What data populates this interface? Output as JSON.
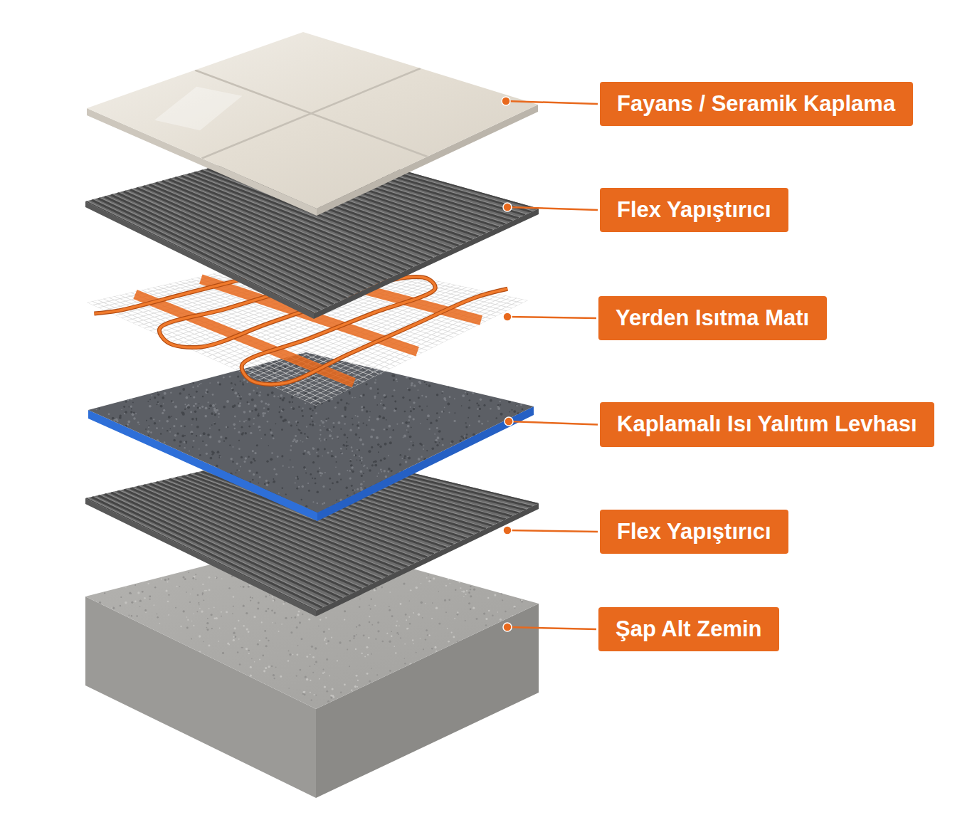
{
  "diagram": {
    "nodes": [
      {
        "text": [
          "Fayans / Seramik Kaplama"
        ]
      },
      {
        "text": [
          "Flex Yapıştırıcı"
        ]
      },
      {
        "text": [
          "Yerden Isıtma Matı"
        ]
      },
      {
        "text": [
          "Kaplamalı Isı Yalıtım Levhası"
        ]
      },
      {
        "text": [
          "Flex Yapıştırıcı"
        ]
      },
      {
        "text": [
          "Şap Alt Zemin"
        ]
      }
    ]
  }
}
